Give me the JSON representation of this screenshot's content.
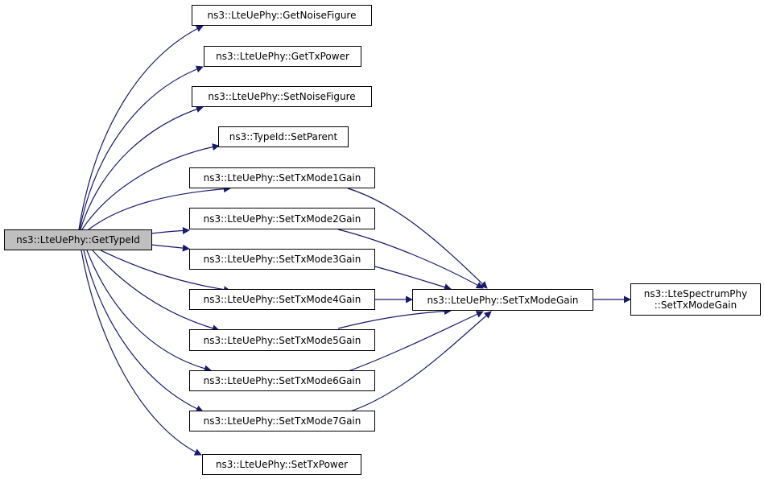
{
  "graph": {
    "edge_color": "#191970",
    "root_fill": "#bfbfbf",
    "nodes": {
      "root": {
        "label": "ns3::LteUePhy::GetTypeId"
      },
      "get_noise_figure": {
        "label": "ns3::LteUePhy::GetNoiseFigure"
      },
      "get_tx_power": {
        "label": "ns3::LteUePhy::GetTxPower"
      },
      "set_noise_figure": {
        "label": "ns3::LteUePhy::SetNoiseFigure"
      },
      "set_parent": {
        "label": "ns3::TypeId::SetParent"
      },
      "set_tx_mode1_gain": {
        "label": "ns3::LteUePhy::SetTxMode1Gain"
      },
      "set_tx_mode2_gain": {
        "label": "ns3::LteUePhy::SetTxMode2Gain"
      },
      "set_tx_mode3_gain": {
        "label": "ns3::LteUePhy::SetTxMode3Gain"
      },
      "set_tx_mode4_gain": {
        "label": "ns3::LteUePhy::SetTxMode4Gain"
      },
      "set_tx_mode5_gain": {
        "label": "ns3::LteUePhy::SetTxMode5Gain"
      },
      "set_tx_mode6_gain": {
        "label": "ns3::LteUePhy::SetTxMode6Gain"
      },
      "set_tx_mode7_gain": {
        "label": "ns3::LteUePhy::SetTxMode7Gain"
      },
      "set_tx_power": {
        "label": "ns3::LteUePhy::SetTxPower"
      },
      "set_tx_mode_gain": {
        "label": "ns3::LteUePhy::SetTxModeGain"
      },
      "spectrum_set_tx_mode_gain": {
        "line1": "ns3::LteSpectrumPhy",
        "line2": "::SetTxModeGain"
      }
    }
  }
}
